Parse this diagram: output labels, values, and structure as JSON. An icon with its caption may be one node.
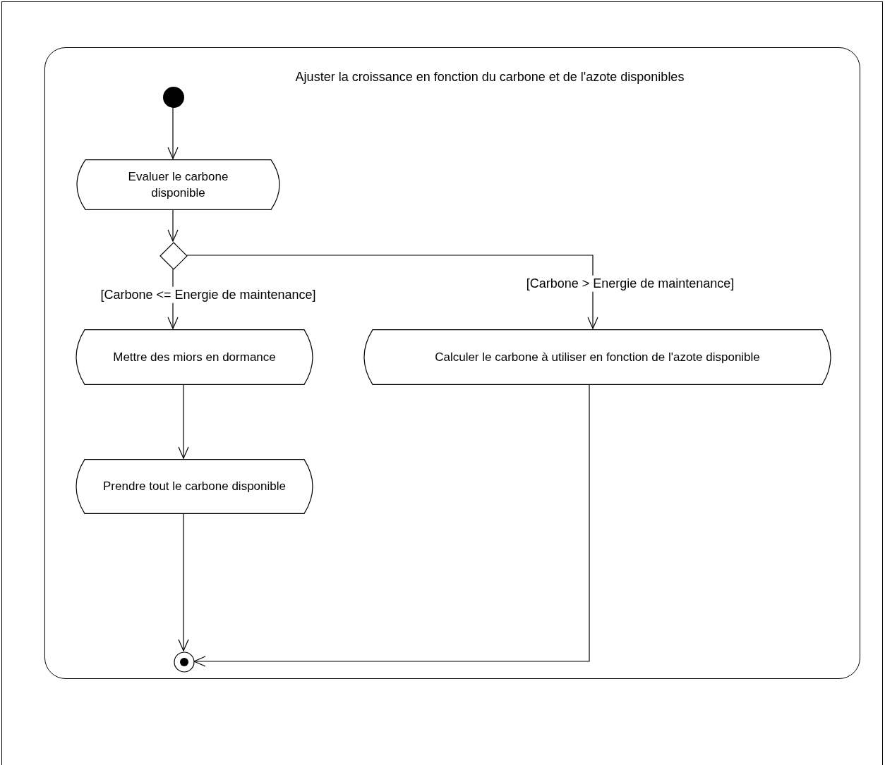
{
  "diagram": {
    "nodes": [
      {
        "text": [
          "Ajuster la croissance en fonction du carbone et de l'azote disponibles"
        ]
      },
      {
        "text": [],
        "shape": "circle",
        "in": 0
      },
      {
        "text": [
          "Evaluer le carbone disponible"
        ],
        "in": 0
      },
      {
        "text": [],
        "shape": "diamond",
        "in": 0
      },
      {
        "text": [
          "Mettre des miors en dormance"
        ],
        "in": 0
      },
      {
        "text": [
          "Calculer le carbone à utiliser en fonction de l'azote disponible"
        ],
        "in": 0
      },
      {
        "text": [
          "Prendre tout le carbone disponible"
        ],
        "in": 0
      },
      {
        "text": [],
        "shape": "final",
        "in": 0
      }
    ],
    "edges": [
      {
        "from": 1,
        "to": 2,
        "arrow": "to"
      },
      {
        "from": 2,
        "to": 3,
        "arrow": "to"
      },
      {
        "from": 3,
        "to": 4,
        "arrow": "to",
        "label": "[Carbone <= Energie de maintenance]"
      },
      {
        "from": 3,
        "to": 5,
        "arrow": "to",
        "label": "[Carbone > Energie de maintenance]"
      },
      {
        "from": 4,
        "to": 6,
        "arrow": "to"
      },
      {
        "from": 6,
        "to": 7,
        "arrow": "to"
      },
      {
        "from": 5,
        "to": 7,
        "arrow": "to"
      }
    ]
  }
}
